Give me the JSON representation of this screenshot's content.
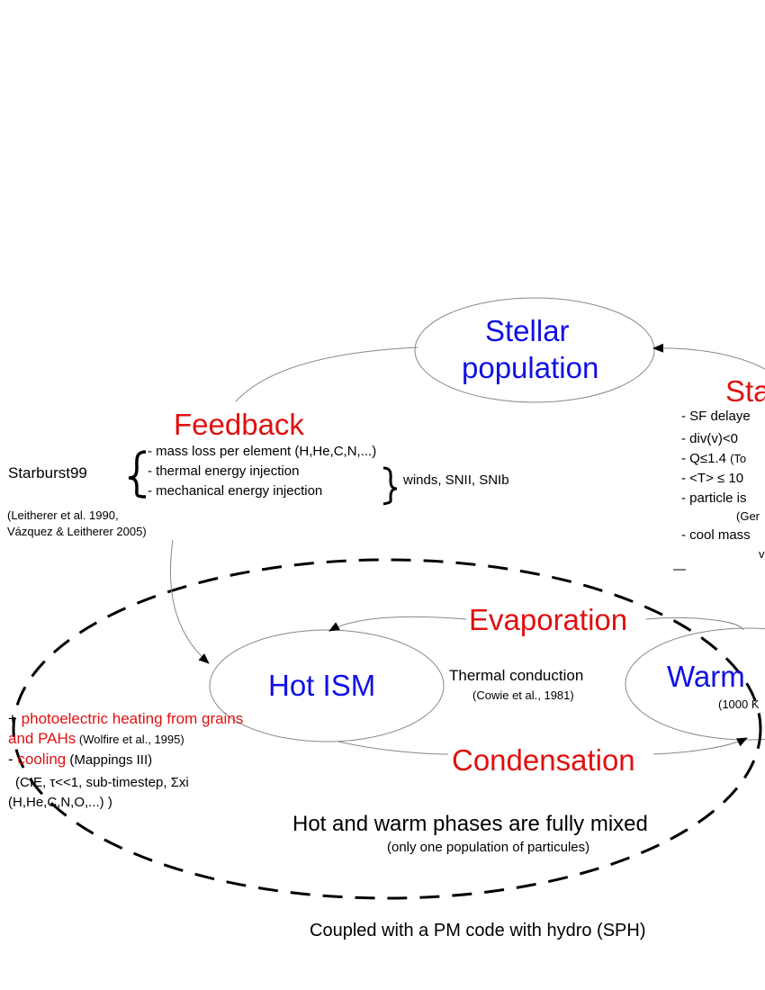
{
  "colors": {
    "blue": "#1010e6",
    "red": "#e01010",
    "line": "#888888",
    "black": "#000000"
  },
  "stellar": {
    "line1": "Stellar",
    "line2": "population"
  },
  "star_formation": {
    "title": "Sta",
    "c1": "- SF delaye",
    "c2": "- div(v)<0",
    "c3a": "- Q≤1.4 ",
    "c3b": "(To",
    "c4": "- <T> ≤ 10",
    "c5": "- particle is",
    "c5b": "(Ger",
    "c6": "- cool mass",
    "c6b": "v"
  },
  "feedback": {
    "title": "Feedback",
    "starburst": "Starburst99",
    "items": [
      "- mass loss per element (H,He,C,N,...)",
      "- thermal energy injection",
      "- mechanical energy injection"
    ],
    "winds": "winds, SNII, SNIb",
    "ref1": "(Leitherer et al. 1990,",
    "ref2": "Vázquez & Leitherer 2005)"
  },
  "hot_ism": "Hot ISM",
  "warm": {
    "label": "Warm",
    "sub": "(1000 K"
  },
  "evaporation": "Evaporation",
  "condensation": "Condensation",
  "thermal": {
    "label": "Thermal conduction",
    "ref": "(Cowie et al., 1981)"
  },
  "heating": {
    "plus": "+ ",
    "line1": "photoelectric heating from grains",
    "line2": "and PAHs",
    "ref": " (Wolfire et al., 1995)",
    "minus": "- ",
    "cooling": "cooling",
    "mappings": " (Mappings III)",
    "detail1": "(CIE, τ<<1, sub-timestep, Σxi",
    "detail2": "(H,He,C,N,O,...) )"
  },
  "mixed": {
    "title": "Hot and warm phases are fully mixed",
    "sub": "(only one population of particules)"
  },
  "coupled": "Coupled with a PM code with hydro (SPH)"
}
